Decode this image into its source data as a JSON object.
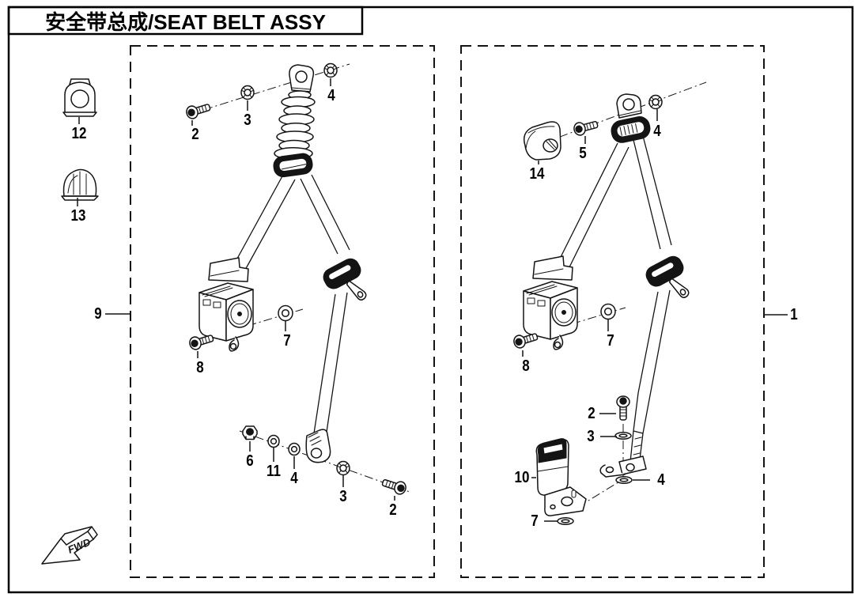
{
  "title": "安全带总成/SEAT BELT ASSY",
  "fwd_marker": {
    "label": "FWD"
  },
  "colors": {
    "ink": "#141414",
    "background": "#ffffff"
  },
  "left_assembly": {
    "ref": "9",
    "callouts": {
      "bolt_top": "2",
      "nut_top": "3",
      "washer_top": "4",
      "belt_guide": "12",
      "cover": "13",
      "washer_retractor": "7",
      "bolt_retractor": "8",
      "nut_anchor": "6",
      "spring_washer": "11",
      "washer_anchor": "4",
      "nut_lower": "3",
      "bolt_anchor": "2"
    }
  },
  "right_assembly": {
    "ref": "1",
    "callouts": {
      "cover": "14",
      "bolt_top": "5",
      "nut_top": "4",
      "washer_retractor": "7",
      "bolt_retractor": "8",
      "bolt_anchor": "2",
      "washer_anchor": "3",
      "buckle": "10",
      "washer_lower": "4",
      "washer_bracket": "7"
    }
  }
}
